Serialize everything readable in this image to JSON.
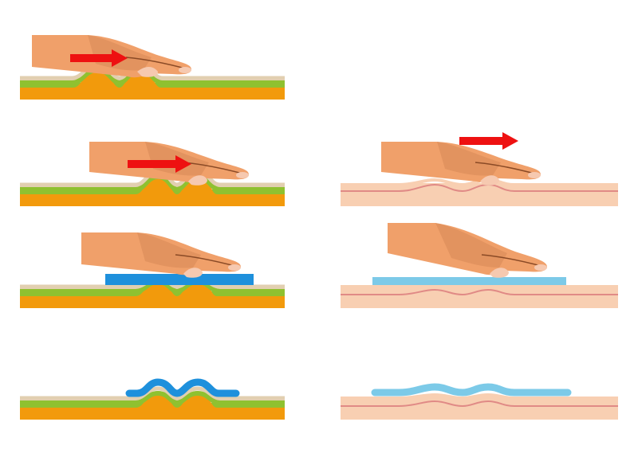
{
  "colors": {
    "background": "#ffffff",
    "skin": "#f0a06a",
    "skin_shadow": "#c87a4a",
    "skin_line": "#8a4a26",
    "nail": "#f6c9b0",
    "arrow": "#ee1111",
    "surface_top": "#e2cfb0",
    "surface_mid": "#8fc130",
    "surface_base": "#f29a0c",
    "film_stiff": "#1e90dc",
    "pad_light": "#f8cfb2",
    "pad_line": "#e08a86",
    "film_soft": "#7ccae8"
  },
  "columns": [
    {
      "name": "rough-surface",
      "steps": [
        {
          "hand": true,
          "arrow": true,
          "film": "none"
        },
        {
          "hand": true,
          "arrow": true,
          "film": "none"
        },
        {
          "hand": true,
          "arrow": false,
          "film": "flat"
        },
        {
          "hand": false,
          "arrow": false,
          "film": "conformed"
        }
      ]
    },
    {
      "name": "smooth-surface",
      "steps": [
        {
          "hand": true,
          "arrow": true,
          "film": "none"
        },
        {
          "hand": true,
          "arrow": false,
          "film": "flat"
        },
        {
          "hand": false,
          "arrow": false,
          "film": "conformed"
        }
      ]
    }
  ],
  "icons": {
    "hand": "hand-icon",
    "arrow": "right-arrow-icon"
  }
}
